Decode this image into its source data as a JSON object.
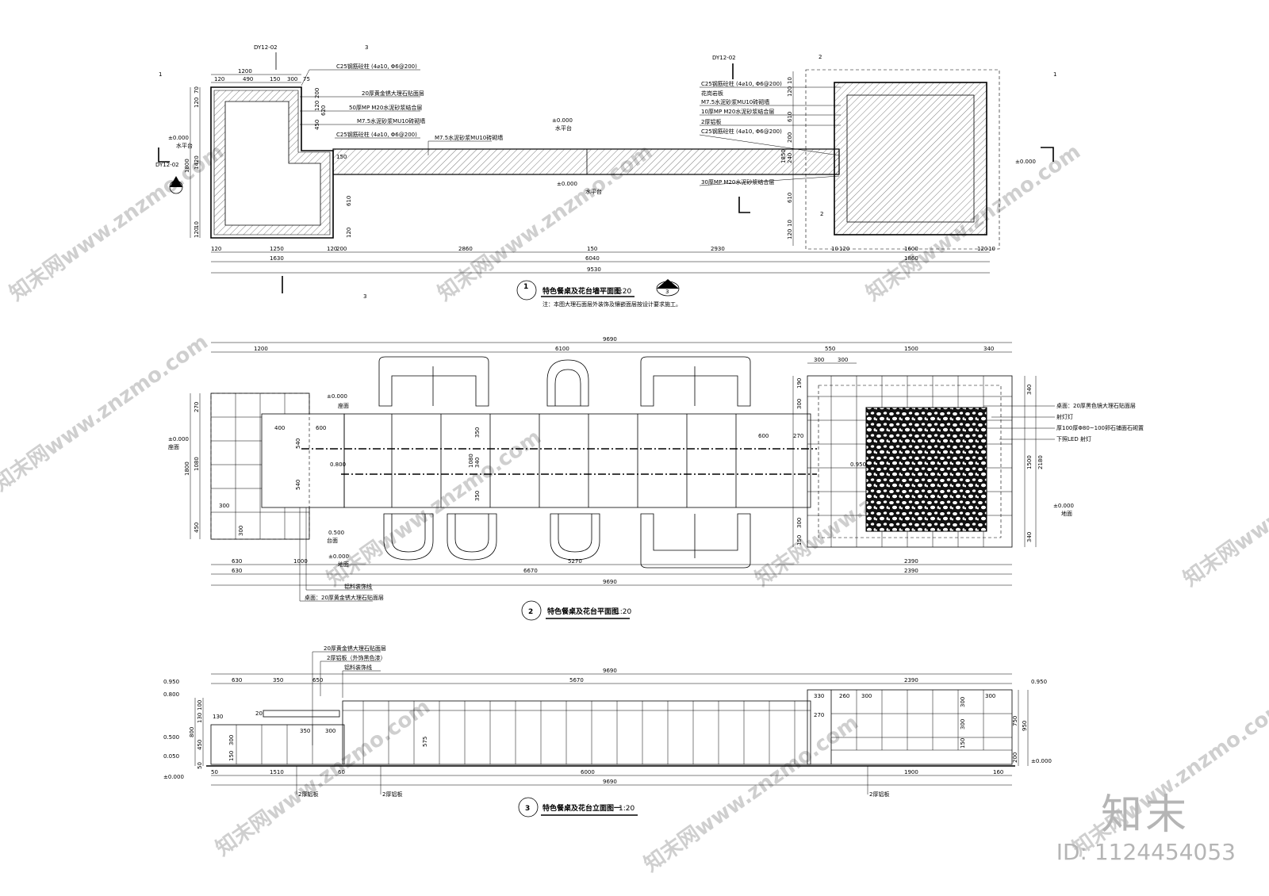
{
  "drawing_1": {
    "label": "特色餐桌及花台墙平面图",
    "scale": "1:20",
    "number": "1",
    "note": "注：本图大理石面层外装饰及镶嵌面层按设计要求施工。",
    "section_refs": [
      "DY12-02",
      "DY12-02",
      "DY12-02"
    ],
    "grid_marks": [
      "1",
      "3",
      "2",
      "1",
      "2",
      "3"
    ],
    "level_tags": [
      "±0.000",
      "±0.000",
      "±0.000",
      "±0.000"
    ],
    "area_tags": [
      "水平台",
      "水平台",
      "水平台"
    ],
    "callouts_left": [
      "C25钢筋砼柱 (4⌀10, Φ6@200)",
      "20厚黄金锈大理石贴面层",
      "50厚MP M20水泥砂浆结合层",
      "M7.5水泥砂浆MU10砖砌墙",
      "C25钢筋砼柱 (4⌀10, Φ6@200)"
    ],
    "callout_wall": "M7.5水泥砂浆MU10砖砌墙",
    "callouts_right": [
      "C25钢筋砼柱 (4⌀10, Φ6@200)",
      "花岗岩板",
      "M7.5水泥砂浆MU10砖砌墙",
      "10厚MP M20水泥砂浆结合层",
      "2厚铝板",
      "C25钢筋砼柱 (4⌀10, Φ6@200)"
    ],
    "callout_bottom": "30厚MP M20水泥砂浆结合层",
    "dims_top": [
      "1200",
      "120",
      "490",
      "150",
      "300",
      "75"
    ],
    "dims_left_v": [
      "120",
      "70",
      "1800",
      "1420",
      "120",
      "10"
    ],
    "dims_inner_v": [
      "120",
      "200",
      "620",
      "450",
      "150",
      "610",
      "120"
    ],
    "dims_right_v": [
      "10",
      "120",
      "610",
      "200",
      "1850",
      "240",
      "610",
      "10",
      "120"
    ],
    "dims_bottom_1": [
      "120",
      "1250",
      "120",
      "200",
      "2860",
      "150",
      "2930",
      "10",
      "120",
      "1600",
      "120",
      "10"
    ],
    "dims_bottom_2": [
      "1630",
      "6040",
      "1860"
    ],
    "dims_bottom_3": "9530"
  },
  "drawing_2": {
    "label": "特色餐桌及花台平面图",
    "scale": "1:20",
    "number": "2",
    "dims_top_total": "9690",
    "dims_top": [
      "1200",
      "6100",
      "550",
      "1500",
      "340"
    ],
    "dims_top_small": [
      "300",
      "300"
    ],
    "dims_left_v": [
      "270",
      "1800",
      "1080",
      "450"
    ],
    "dims_inner": [
      "400",
      "600",
      "540",
      "540",
      "300",
      "300",
      "600",
      "270",
      "350",
      "1080",
      "340",
      "350"
    ],
    "dims_right_v": [
      "190",
      "300",
      "340",
      "1500",
      "2180",
      "300",
      "150",
      "340"
    ],
    "levels": [
      "±0.000",
      "±0.000",
      "0.800",
      "0.500",
      "±0.000",
      "0.950",
      "±0.000"
    ],
    "tags": [
      "座面",
      "座面",
      "台面",
      "地面",
      "地面"
    ],
    "callouts_right": [
      "桌面：20厚黑色镜大理石贴面层",
      "射灯灯",
      "厚100厚Φ80~100卵石铺面石砌置",
      "下照LED 射灯"
    ],
    "callouts_bottom": [
      "铝料装饰线",
      "桌面：20厚黄金锈大理石贴面层"
    ],
    "dims_bottom_1": [
      "630",
      "1000",
      "2390"
    ],
    "dims_bottom_2": [
      "630",
      "6670",
      "2390"
    ],
    "dims_bottom_mid": "5270",
    "dims_bottom_3": "9690"
  },
  "drawing_3": {
    "label": "特色餐桌及花台立面图一",
    "scale": "1:20",
    "number": "3",
    "callouts_top": [
      "20厚黄金锈大理石贴面层",
      "2厚铝板（外饰黑色漆）",
      "铝料装饰线"
    ],
    "dims_top_total": "9690",
    "dims_top": [
      "630",
      "350",
      "650",
      "5670",
      "2390"
    ],
    "levels_left": [
      "0.950",
      "0.800",
      "0.500",
      "0.050",
      "±0.000"
    ],
    "levels_right": [
      "0.950",
      "±0.000"
    ],
    "dims_left_v": [
      "100",
      "130",
      "800",
      "450",
      "300",
      "150",
      "50"
    ],
    "dims_inner": [
      "130",
      "20",
      "350",
      "300",
      "575",
      "330",
      "260",
      "300",
      "300",
      "270",
      "300",
      "300",
      "150"
    ],
    "dims_right_v": [
      "750",
      "950",
      "200"
    ],
    "dims_bottom_1": [
      "50",
      "1510",
      "60",
      "6000",
      "1900",
      "160"
    ],
    "dims_bottom_2": "9690",
    "callouts_bottom": [
      "2厚铝板",
      "2厚铝板",
      "2厚铝板"
    ]
  },
  "watermark": {
    "text": "知末网www.znzmo.com",
    "brand": "知末",
    "id": "ID: 1124454053"
  }
}
